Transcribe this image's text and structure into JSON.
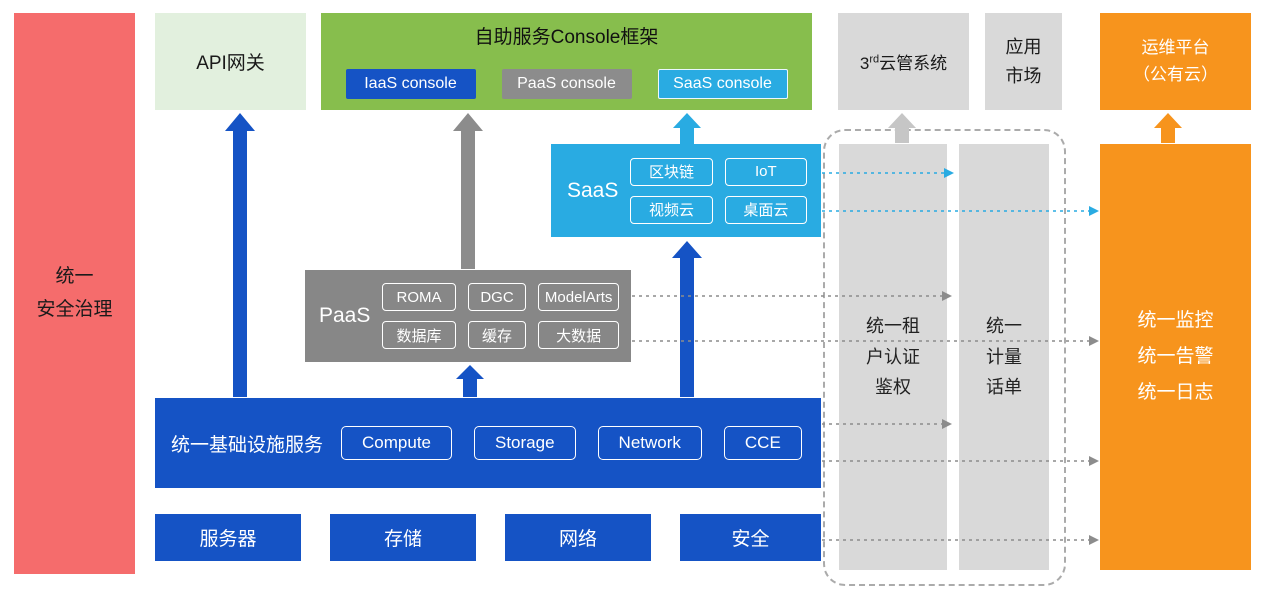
{
  "colors": {
    "security_red": "#F56C6C",
    "api_light_green": "#E2F0DE",
    "console_green": "#87BE4D",
    "primary_blue": "#1553C5",
    "paas_gray": "#878787",
    "saas_cyan": "#29ABE2",
    "panel_gray": "#D9D9D9",
    "om_orange": "#F7941D"
  },
  "left_bar": {
    "label": "统一\n安全治理"
  },
  "top": {
    "api_gateway": "API网关",
    "console": {
      "title": "自助服务Console框架",
      "iaas": "IaaS console",
      "paas": "PaaS console",
      "saas": "SaaS console"
    },
    "third_party": {
      "prefix": "3",
      "sup": "rd",
      "suffix": "云管系统"
    },
    "app_market": "应用\n市场",
    "om_platform": "运维平台\n（公有云）"
  },
  "saas": {
    "label": "SaaS",
    "items": [
      "区块链",
      "IoT",
      "视频云",
      "桌面云"
    ]
  },
  "paas": {
    "label": "PaaS",
    "items": [
      "ROMA",
      "DGC",
      "ModelArts",
      "数据库",
      "缓存",
      "大数据"
    ]
  },
  "infrastructure": {
    "label": "统一基础设施服务",
    "items": [
      "Compute",
      "Storage",
      "Network",
      "CCE"
    ]
  },
  "bottom_row": [
    "服务器",
    "存储",
    "网络",
    "安全"
  ],
  "right_panel": {
    "auth": "统一租\n户认证\n鉴权",
    "metering": "统一\n计量\n话单",
    "monitoring": "统一监控\n统一告警\n统一日志"
  }
}
